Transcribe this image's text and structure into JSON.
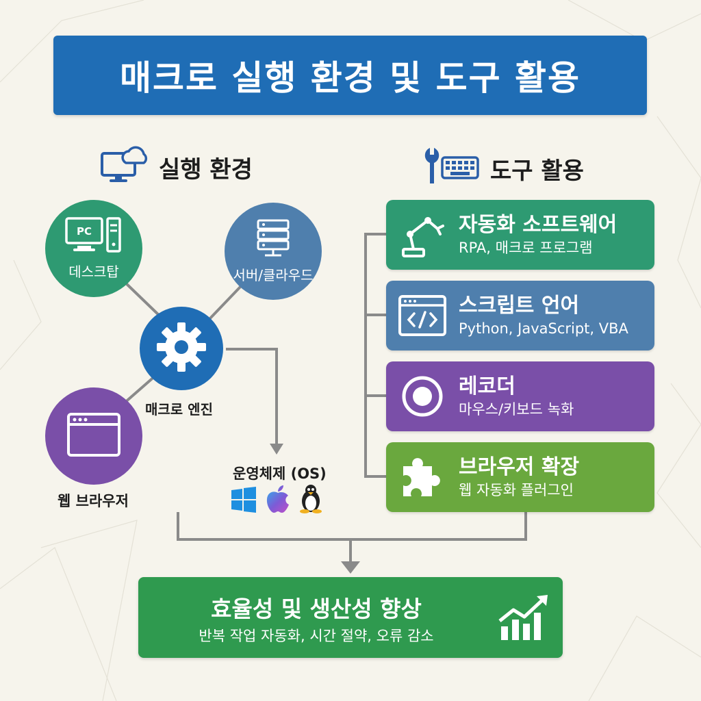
{
  "title": "매크로 실행 환경 및 도구 활용",
  "env_section": {
    "heading": "실행 환경",
    "icon": "monitor-cloud-icon",
    "desktop": {
      "label": "데스크탑",
      "icon_text": "PC",
      "color": "#2e9a72"
    },
    "server": {
      "label": "서버/클라우드",
      "color": "#4f7fad"
    },
    "engine": {
      "label": "매크로 엔진",
      "color": "#1f6db5"
    },
    "browser": {
      "label": "웹 브라우저",
      "color": "#7a4fa8"
    },
    "os": {
      "label": "운영체제 (OS)",
      "icons": [
        "windows-icon",
        "apple-icon",
        "linux-icon"
      ]
    }
  },
  "tools_section": {
    "heading": "도구 활용",
    "icon": "wrench-keyboard-icon",
    "cards": [
      {
        "title": "자동화 소프트웨어",
        "sub": "RPA, 매크로 프로그램",
        "icon": "robot-arm-icon",
        "color": "#2e9a72"
      },
      {
        "title": "스크립트 언어",
        "sub": "Python, JavaScript, VBA",
        "icon": "code-window-icon",
        "color": "#4f7fad"
      },
      {
        "title": "레코더",
        "sub": "마우스/키보드 녹화",
        "icon": "record-icon",
        "color": "#7a4fa8"
      },
      {
        "title": "브라우저 확장",
        "sub": "웹 자동화 플러그인",
        "icon": "puzzle-icon",
        "color": "#6aa83e"
      }
    ]
  },
  "result": {
    "title": "효율성 및 생산성 향상",
    "sub": "반복 작업 자동화, 시간 절약, 오류 감소",
    "icon": "growth-chart-icon"
  }
}
